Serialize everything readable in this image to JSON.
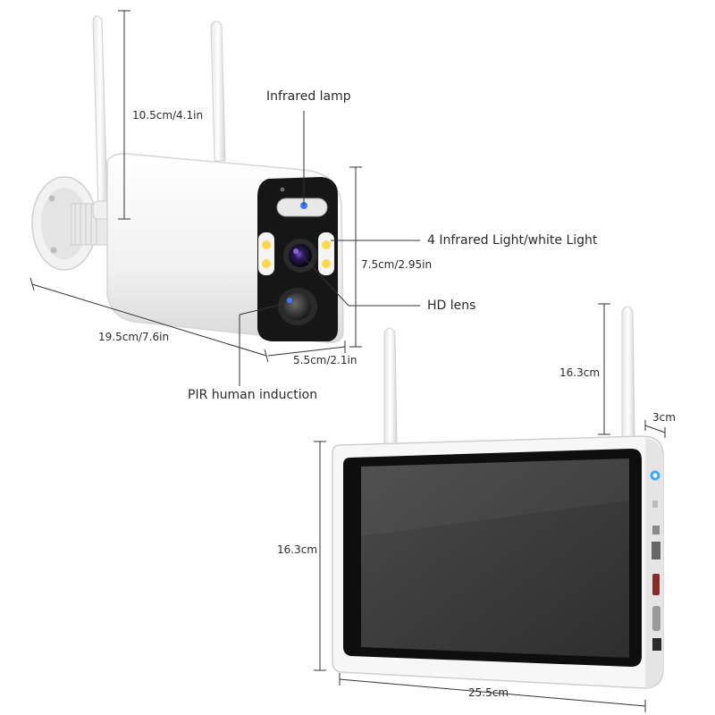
{
  "colors": {
    "body_white": "#ffffff",
    "face_black": "#1a1a1a",
    "led_blue": "#3a7bff",
    "led_yellow": "#ffd84a",
    "screen_dark": "#3c3c3c",
    "bezel_black": "#0e0e0e",
    "line_color": "#333333"
  },
  "camera": {
    "callouts": {
      "infrared_lamp": "Infrared lamp",
      "ir_white_light": "4 Infrared Light/white Light",
      "hd_lens": "HD lens",
      "pir": "PIR human induction"
    },
    "dimensions": {
      "antenna_height": "10.5cm/4.1in",
      "front_height": "7.5cm/2.95in",
      "length": "19.5cm/7.6in",
      "width": "5.5cm/2.1in"
    }
  },
  "monitor": {
    "dimensions": {
      "antenna_height": "16.3cm",
      "depth": "3cm",
      "height": "16.3cm",
      "width": "25.5cm"
    }
  }
}
